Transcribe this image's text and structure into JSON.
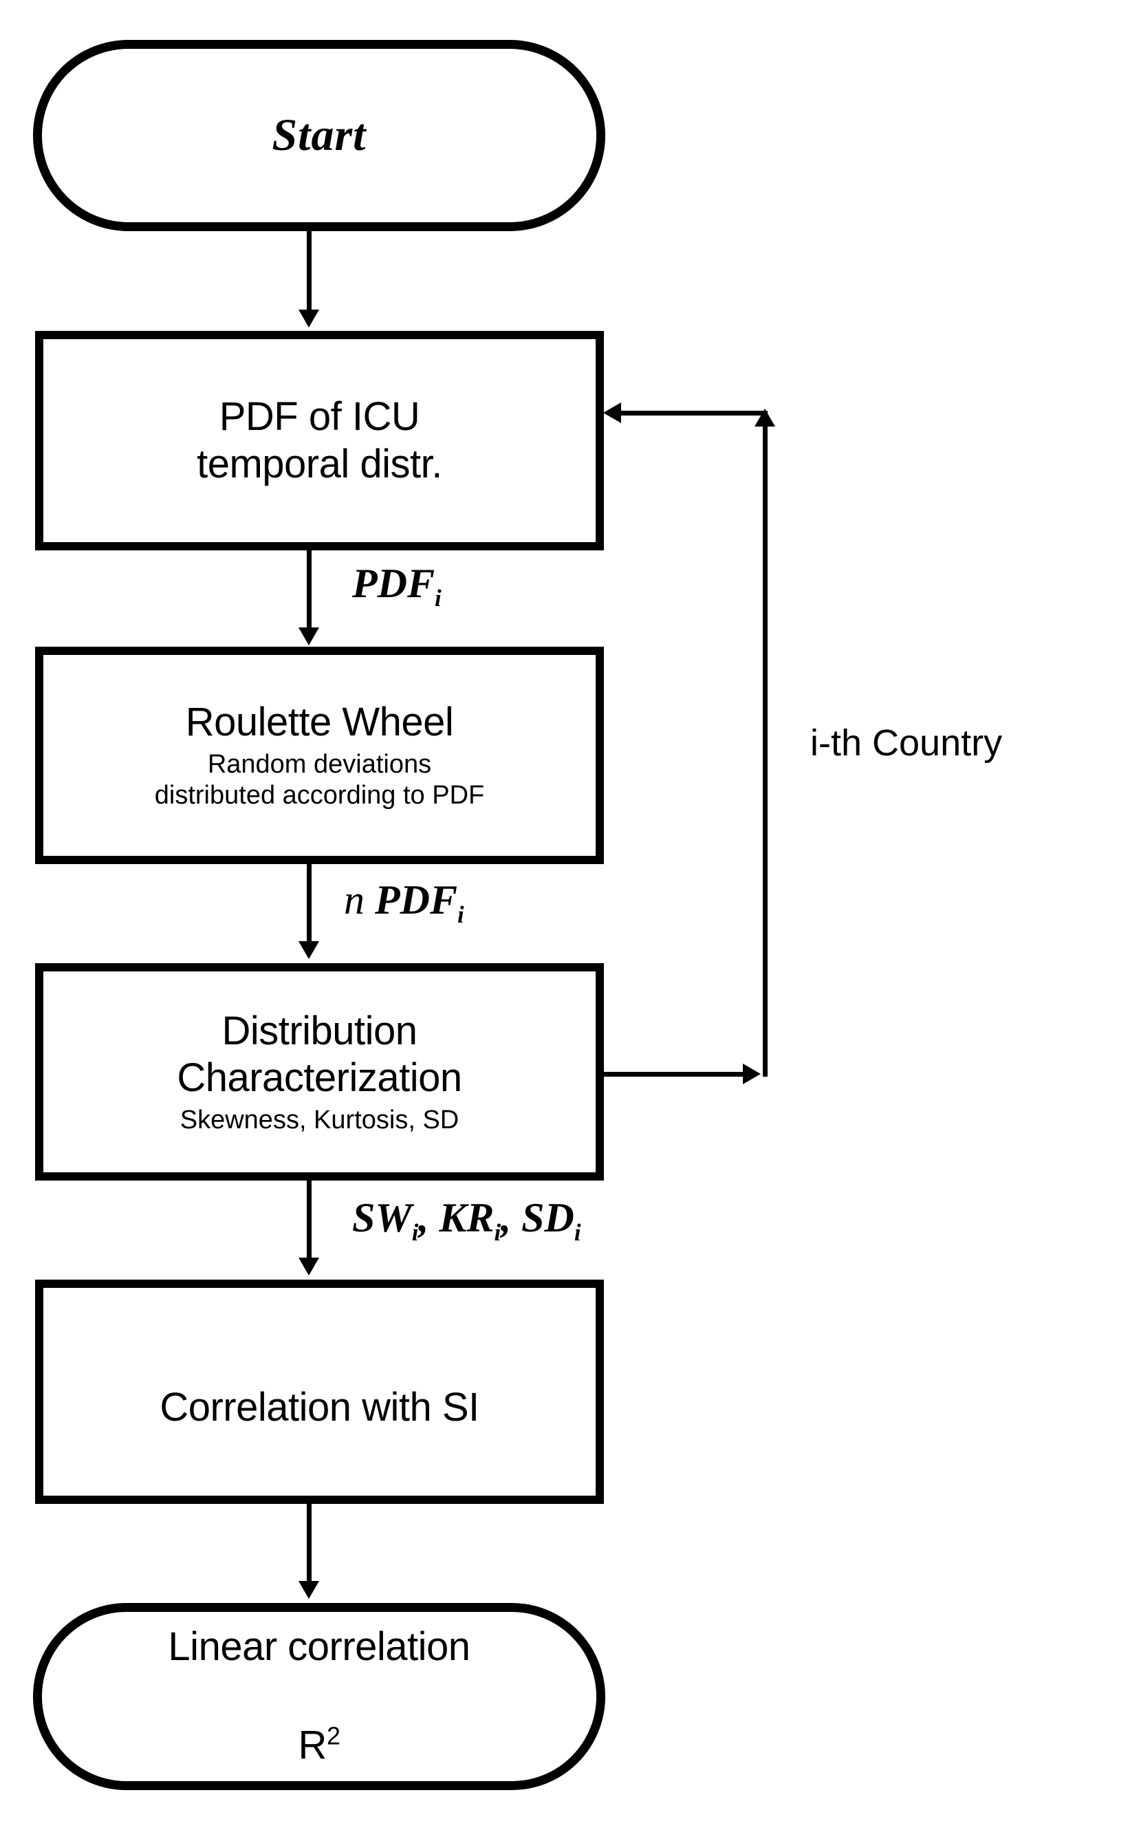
{
  "diagram": {
    "title": "Monte Carlo ICU distribution analysis flowchart",
    "background_color": "#ffffff",
    "stroke_color": "#000000"
  },
  "nodes": {
    "start": {
      "label": "Start",
      "shape": "terminal"
    },
    "pdf_icu": {
      "label": "PDF of ICU\ntemporal distr.",
      "shape": "process"
    },
    "roulette": {
      "label": "Roulette Wheel",
      "sublabel": "Random deviations\ndistributed according to PDF",
      "shape": "process"
    },
    "dist_char": {
      "label": "Distribution\nCharacterization",
      "sublabel": "Skewness, Kurtosis, SD",
      "shape": "process"
    },
    "correlation": {
      "label": "Correlation with SI",
      "shape": "process"
    },
    "end": {
      "label_line1": "Linear correlation",
      "label_line2_base": "R",
      "label_line2_sup": "2",
      "shape": "terminal"
    }
  },
  "edges": {
    "start_to_pdf": {
      "label": ""
    },
    "pdf_to_roulette": {
      "label_base": "PDF",
      "label_sub": "i"
    },
    "roulette_to_dist": {
      "label_prefix": "n ",
      "label_base": "PDF",
      "label_sub": "i"
    },
    "dist_to_corr": {
      "label_parts": [
        {
          "base": "SW",
          "sub": "i"
        },
        {
          "base": "KR",
          "sub": "i"
        },
        {
          "base": "SD",
          "sub": "i"
        }
      ],
      "label_text": "SW, KR, SD"
    },
    "corr_to_end": {
      "label": ""
    },
    "feedback_loop": {
      "label": "i-th Country",
      "from": "dist_char",
      "to": "pdf_icu"
    }
  }
}
